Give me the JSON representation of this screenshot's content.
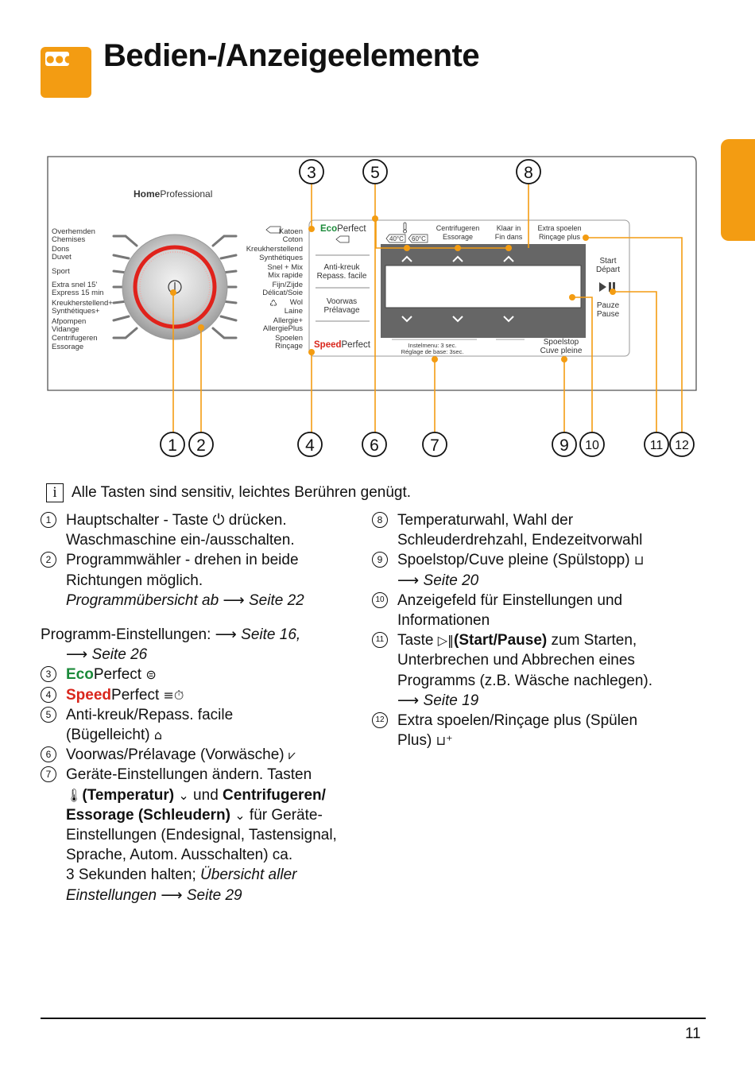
{
  "header": {
    "title": "Bedien-/Anzeigeelemente",
    "icon": "menu-dots-icon",
    "accent_color": "#f39c12"
  },
  "panel": {
    "brand_bold": "Home",
    "brand_rest": "Professional",
    "programs_left": [
      "Overhemden",
      "Chemises",
      "Dons",
      "Duvet",
      "Sport",
      "Extra snel 15'",
      "Express 15 min",
      "Kreukherstellend+",
      "Synthétiques+",
      "Afpompen",
      "Vidange",
      "Centrifugeren",
      "Essorage"
    ],
    "programs_right": [
      "Katoen",
      "Coton",
      "Kreukherstellend",
      "Synthétiques",
      "Snel + Mix",
      "Mix rapide",
      "Fijn/Zijde",
      "Délicat/Soie",
      "Wol",
      "Laine",
      "Allergie+",
      "AllergiePlus",
      "Spoelen",
      "Rinçage"
    ],
    "eco_bold": "Eco",
    "eco_rest": "Perfect",
    "speed_bold": "Speed",
    "speed_rest": "Perfect",
    "anti_kreuk": [
      "Anti-kreuk",
      "Repass. facile"
    ],
    "voorwas": [
      "Voorwas",
      "Prélavage"
    ],
    "temp_40": "40°C",
    "temp_60": "60°C",
    "centrifugeren": [
      "Centrifugeren",
      "Essorage"
    ],
    "klaar_in": [
      "Klaar in",
      "Fin dans"
    ],
    "extra_spoelen": [
      "Extra spoelen",
      "Rinçage plus"
    ],
    "start": [
      "Start",
      "Départ"
    ],
    "pauze": [
      "Pauze",
      "Pause"
    ],
    "instelmenu": [
      "Instelmenu: 3 sec.",
      "Réglage de base: 3sec."
    ],
    "spoelstop": [
      "Spoelstop",
      "Cuve pleine"
    ],
    "callouts": [
      "1",
      "2",
      "3",
      "4",
      "5",
      "6",
      "7",
      "8",
      "9",
      "10",
      "11",
      "12"
    ],
    "callout_color": "#f39c12"
  },
  "info_line": "Alle Tasten sind sensitiv, leichtes Berühren genügt.",
  "left_col": {
    "i1": [
      "Hauptschalter - Taste ⏻ drücken.",
      "Waschmaschine ein-/ausschalten."
    ],
    "i2a": "Programmwähler - drehen in beide",
    "i2b": "Richtungen möglich.",
    "i2c": "Programmübersicht ab ⟶ Seite 22",
    "settings_a": "Programm-Einstellungen: ⟶ ",
    "settings_b": "Seite 16,",
    "settings_c": "⟶ Seite 26",
    "i3_bold": "Eco",
    "i3_rest": "Perfect",
    "i4_bold": "Speed",
    "i4_rest": "Perfect",
    "i5a": "Anti-kreuk/Repass. facile",
    "i5b": "(Bügelleicht)",
    "i6": "Voorwas/Prélavage (Vorwäsche)",
    "i7a": "Geräte-Einstellungen ändern. Tasten",
    "i7b_bold": "(Temperatur)",
    "i7b_mid": " und ",
    "i7b_bold2": "Centrifugeren/",
    "i7c_bold": "Essorage (Schleudern)",
    "i7c_rest": " für Geräte-",
    "i7d": "Einstellungen (Endesignal, Tastensignal,",
    "i7e": "Sprache, Autom. Ausschalten) ca.",
    "i7f_plain": "3 Sekunden halten; ",
    "i7f_it": "Übersicht aller",
    "i7g": "Einstellungen ⟶ Seite 29"
  },
  "right_col": {
    "i8": [
      "Temperaturwahl, Wahl der",
      "Schleuderdrehzahl, Endezeitvorwahl"
    ],
    "i9a": "Spoelstop/Cuve pleine (Spülstopp)",
    "i9b": "⟶ Seite 20",
    "i10": [
      "Anzeigefeld für Einstellungen und",
      "Informationen"
    ],
    "i11a_plain": "Taste ",
    "i11a_bold": "(Start/Pause)",
    "i11a_rest": " zum Starten,",
    "i11b": "Unterbrechen und Abbrechen eines",
    "i11c": "Programms (z.B. Wäsche nachlegen).",
    "i11d": "⟶ Seite 19",
    "i12": [
      "Extra spoelen/Rinçage plus (Spülen",
      "Plus)"
    ]
  },
  "footer": {
    "page_number": "11"
  }
}
